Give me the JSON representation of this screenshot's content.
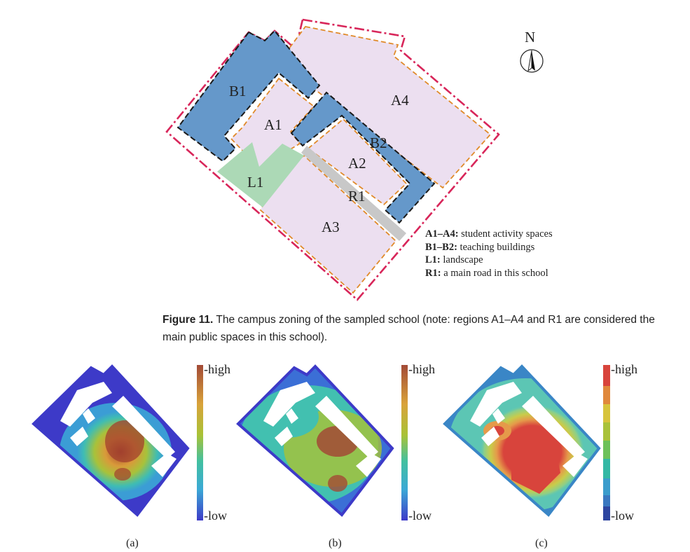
{
  "map": {
    "north_label": "N",
    "zones": {
      "A1": "A1",
      "A2": "A2",
      "A3": "A3",
      "A4": "A4",
      "B1": "B1",
      "B2": "B2",
      "L1": "L1",
      "R1": "R1"
    },
    "colors": {
      "activity": "#ecdff0",
      "building": "#6598ca",
      "landscape": "#acd9b6",
      "road": "#c8c8c8",
      "boundary": "#d8265a",
      "zone_outline": "#e08a2a"
    }
  },
  "legend": [
    {
      "key": "A1–A4:",
      "text": " student activity spaces"
    },
    {
      "key": "B1–B2:",
      "text": " teaching buildings"
    },
    {
      "key": "L1:",
      "text": " landscape"
    },
    {
      "key": "R1:",
      "text": " a main road in this school"
    }
  ],
  "caption": {
    "label": "Figure 11.",
    "text": " The campus zoning of the sampled school (note: regions A1–A4 and R1 are considered the main public spaces in this school)."
  },
  "heatmaps": [
    {
      "id": "a",
      "label": "(a)",
      "high": "-high",
      "low": "-low"
    },
    {
      "id": "b",
      "label": "(b)",
      "high": "-high",
      "low": "-low"
    },
    {
      "id": "c",
      "label": "(c)",
      "high": "-high",
      "low": "-low"
    }
  ]
}
